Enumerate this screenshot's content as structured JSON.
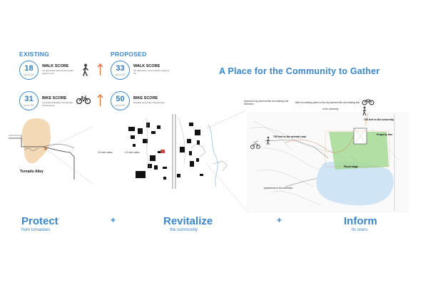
{
  "headers": {
    "existing": "EXISTING",
    "proposed": "PROPOSED"
  },
  "scores": {
    "existing_walk": {
      "value": "18",
      "out_of": "out of 100",
      "title": "WALK SCORE",
      "desc": "car dependent almost all errands require a car"
    },
    "existing_bike": {
      "value": "31",
      "out_of": "out of 100",
      "title": "BIKE SCORE",
      "desc": "somewhat bikeable minimal bike infrastructure"
    },
    "proposed_walk": {
      "value": "33",
      "out_of": "out of 100",
      "title": "WALK SCORE",
      "desc": "car dependent most errands require a car"
    },
    "proposed_bike": {
      "value": "50",
      "out_of": "out of 100",
      "title": "BIKE SCORE",
      "desc": "bikeable some bike infrastructure"
    }
  },
  "tagline": "A Place for the Community to Gather",
  "region_map": {
    "label": "Tornado Alley"
  },
  "context_map": {
    "radius_label_1": "1/4 mile radius",
    "radius_label_2": "1/2 mile radius"
  },
  "site_plan": {
    "note_top_left": "Approved city planned bike and walking trail extension",
    "note_top_mid": "Bike and walking paths to the city planned bike and walking trail",
    "note_top_mid2": "to the university",
    "label_arterial": "700 feet to the arterial road",
    "label_university": "700 feet to the university",
    "label_property": "Property line",
    "label_flood": "Flood stage",
    "label_apartments": "Apartments to the southeast"
  },
  "goals": [
    {
      "title": "Protect",
      "subtitle": "from tornadoes"
    },
    {
      "title": "Revitalize",
      "subtitle": "the community"
    },
    {
      "title": "Inform",
      "subtitle": "its users"
    }
  ],
  "plus_sign": "+",
  "colors": {
    "accent": "#3a86c8",
    "arrow": "#e07a3c",
    "tornado_fill": "#f3d9b5",
    "tree_green": "#9fd88f",
    "flood_blue": "#cfe5f5"
  }
}
